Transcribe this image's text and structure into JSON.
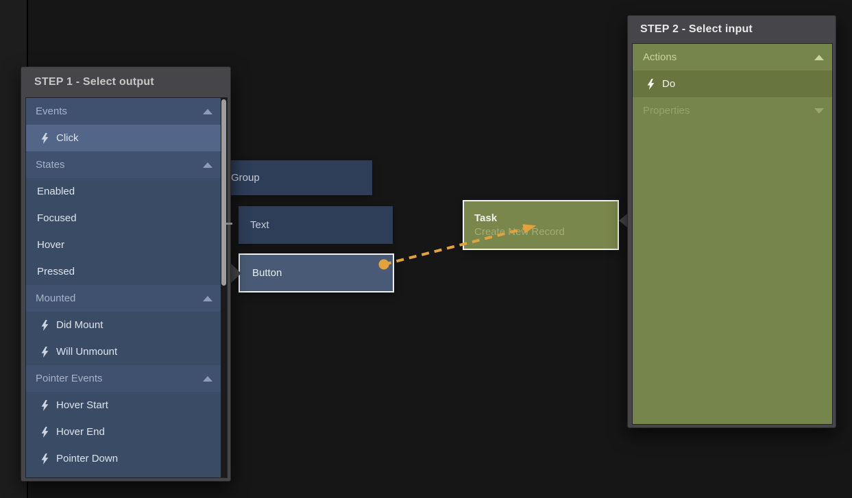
{
  "step1_panel": {
    "title": "STEP 1 - Select output",
    "rows": [
      {
        "label": "Events",
        "type": "section",
        "arrow": "up"
      },
      {
        "label": "Click",
        "type": "item",
        "icon": "lightning",
        "selected": true
      },
      {
        "label": "States",
        "type": "section",
        "arrow": "up"
      },
      {
        "label": "Enabled",
        "type": "item"
      },
      {
        "label": "Focused",
        "type": "item"
      },
      {
        "label": "Hover",
        "type": "item"
      },
      {
        "label": "Pressed",
        "type": "item"
      },
      {
        "label": "Mounted",
        "type": "section",
        "arrow": "up"
      },
      {
        "label": "Did Mount",
        "type": "item",
        "icon": "lightning"
      },
      {
        "label": "Will Unmount",
        "type": "item",
        "icon": "lightning"
      },
      {
        "label": "Pointer Events",
        "type": "section",
        "arrow": "up"
      },
      {
        "label": "Hover Start",
        "type": "item",
        "icon": "lightning"
      },
      {
        "label": "Hover End",
        "type": "item",
        "icon": "lightning"
      },
      {
        "label": "Pointer Down",
        "type": "item",
        "icon": "lightning"
      }
    ]
  },
  "step2_panel": {
    "title": "STEP 2 - Select input",
    "rows": [
      {
        "label": "Actions",
        "type": "section",
        "arrow": "up"
      },
      {
        "label": "Do",
        "type": "item",
        "icon": "lightning",
        "selected": true
      },
      {
        "label": "Properties",
        "type": "section",
        "arrow": "down",
        "muted": true
      }
    ]
  },
  "nodes": {
    "group": {
      "label": "Group"
    },
    "text": {
      "label": "Text"
    },
    "button": {
      "label": "Button"
    },
    "task": {
      "title": "Task",
      "subtitle": "Create New Record"
    }
  },
  "colors": {
    "accent_orange": "#e2a33c",
    "panel_frame": "#46464a",
    "list_blue_item": "#3a4b66",
    "list_blue_section": "#3f516f",
    "list_blue_selected": "#536689",
    "olive_body": "#76854b",
    "olive_selected": "#68753e",
    "node_dark_blue": "#2e3d58",
    "node_button_blue": "#485a75",
    "node_task_olive": "#79864c",
    "canvas_bg": "#161616"
  }
}
